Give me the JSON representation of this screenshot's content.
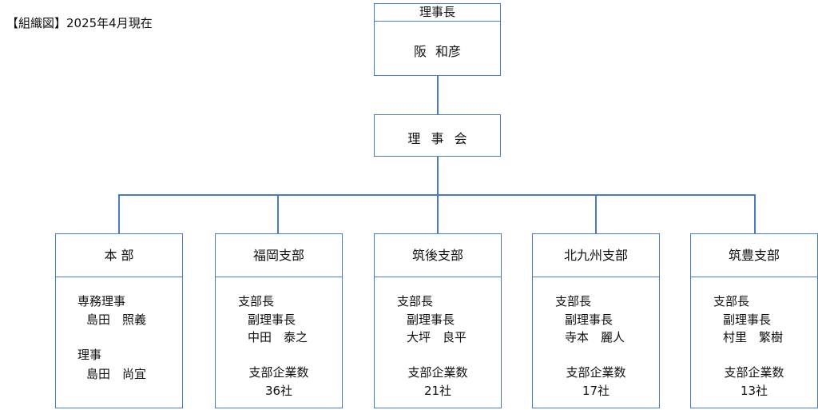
{
  "caption": "【組織図】2025年4月現在",
  "chairman": {
    "title": "理事長",
    "name": "阪 和彦"
  },
  "board": {
    "label": "理 事 会"
  },
  "branches": [
    {
      "title": "本 部",
      "lines": [
        "専務理事",
        "島田　照義",
        "",
        "理事",
        "島田　尚宜"
      ]
    },
    {
      "title": "福岡支部",
      "lines": [
        "支部長",
        "副理事長",
        "中田　泰之",
        "",
        "支部企業数",
        "36社"
      ]
    },
    {
      "title": "筑後支部",
      "lines": [
        "支部長",
        "副理事長",
        "大坪　良平",
        "",
        "支部企業数",
        "21社"
      ]
    },
    {
      "title": "北九州支部",
      "lines": [
        "支部長",
        "副理事長",
        "寺本　麗人",
        "",
        "支部企業数",
        "17社"
      ]
    },
    {
      "title": "筑豊支部",
      "lines": [
        "支部長",
        "副理事長",
        "村里　繁樹",
        "",
        "支部企業数",
        "13社"
      ]
    }
  ],
  "colors": {
    "border": "#4a7cc4"
  }
}
